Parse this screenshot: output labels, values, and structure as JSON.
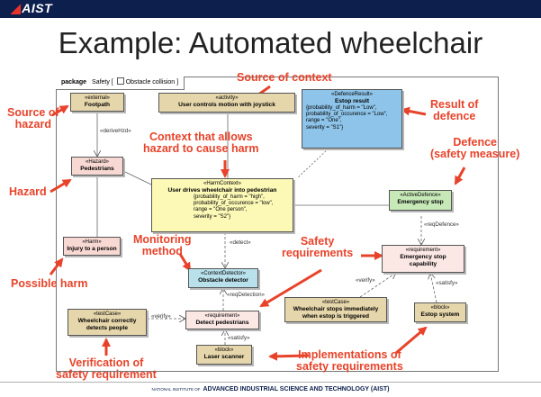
{
  "header": {
    "logo": "AIST"
  },
  "slide": {
    "title": "Example: Automated wheelchair"
  },
  "package": {
    "keyword": "package",
    "name": "Safety [",
    "diagram": "Obstacle collision",
    "close": "]"
  },
  "blocks": {
    "footpath": {
      "stereotype": "«external»",
      "name": "Footpath"
    },
    "activity": {
      "stereotype": "«activity»",
      "name": "User controls motion with joystick"
    },
    "estop_result": {
      "stereotype": "«DefenceResult»",
      "name": "Estop result",
      "props": [
        "{probability_of_harm = \"Low\",",
        "probability_of_occurence = \"Low\",",
        "range = \"One\",",
        "severity = \"S1\"}"
      ]
    },
    "pedestrians": {
      "stereotype": "«Hazard»",
      "name": "Pedestrians"
    },
    "harm_context": {
      "stereotype": "«HarmContext»",
      "name": "User drives wheelchair into pedestrian",
      "props": [
        "{probability_of_harm = \"high\",",
        "probability_of_occurence = \"low\",",
        "range = \"One person\",",
        "severity = \"S2\"}"
      ]
    },
    "emergency_stop": {
      "stereotype": "«ActiveDefence»",
      "name": "Emergency stop"
    },
    "injury": {
      "stereotype": "«Harm»",
      "name": "Injury to a person"
    },
    "obstacle_detector": {
      "stereotype": "«ContextDetector»",
      "name": "Obstacle detector"
    },
    "req_estop": {
      "stereotype": "«requirement»",
      "name": "Emergency stop capability"
    },
    "test_estop": {
      "stereotype": "«testCase»",
      "name": "Wheelchair stops immediately when estop is triggered"
    },
    "estop_system": {
      "stereotype": "«block»",
      "name": "Estop system"
    },
    "test_detect": {
      "stereotype": "«testCase»",
      "name": "Wheelchair correctly detects people"
    },
    "req_detect": {
      "stereotype": "«requirement»",
      "name": "Detect pedestrians"
    },
    "laser": {
      "stereotype": "«block»",
      "name": "Laser scanner"
    }
  },
  "relations": {
    "derive": "«deriveHzd»",
    "detect": "«detect»",
    "req_defence": "«reqDefence»",
    "req_detection": "«reqDetection»",
    "verify1": "«verify»",
    "verify2": "«verify»",
    "satisfy1": "«satisfy»",
    "satisfy2": "«satisfy»"
  },
  "annotations": {
    "source_context": "Source of context",
    "source_hazard": "Source of\nhazard",
    "result_defence": "Result of\ndefence",
    "context_allows": "Context that allows\nhazard to cause harm",
    "defence": "Defence\n(safety measure)",
    "hazard": "Hazard",
    "monitoring": "Monitoring\nmethod",
    "safety_req": "Safety\nrequirements",
    "possible_harm": "Possible harm",
    "verification": "Verification of\nsafety requirement",
    "implementations": "Implementations of\nsafety requirements"
  },
  "footer": {
    "small": "NATIONAL INSTITUTE OF",
    "main": "ADVANCED INDUSTRIAL SCIENCE AND TECHNOLOGY (AIST)"
  },
  "colors": {
    "accent": "#e8432a",
    "header": "#0c1f4d"
  }
}
